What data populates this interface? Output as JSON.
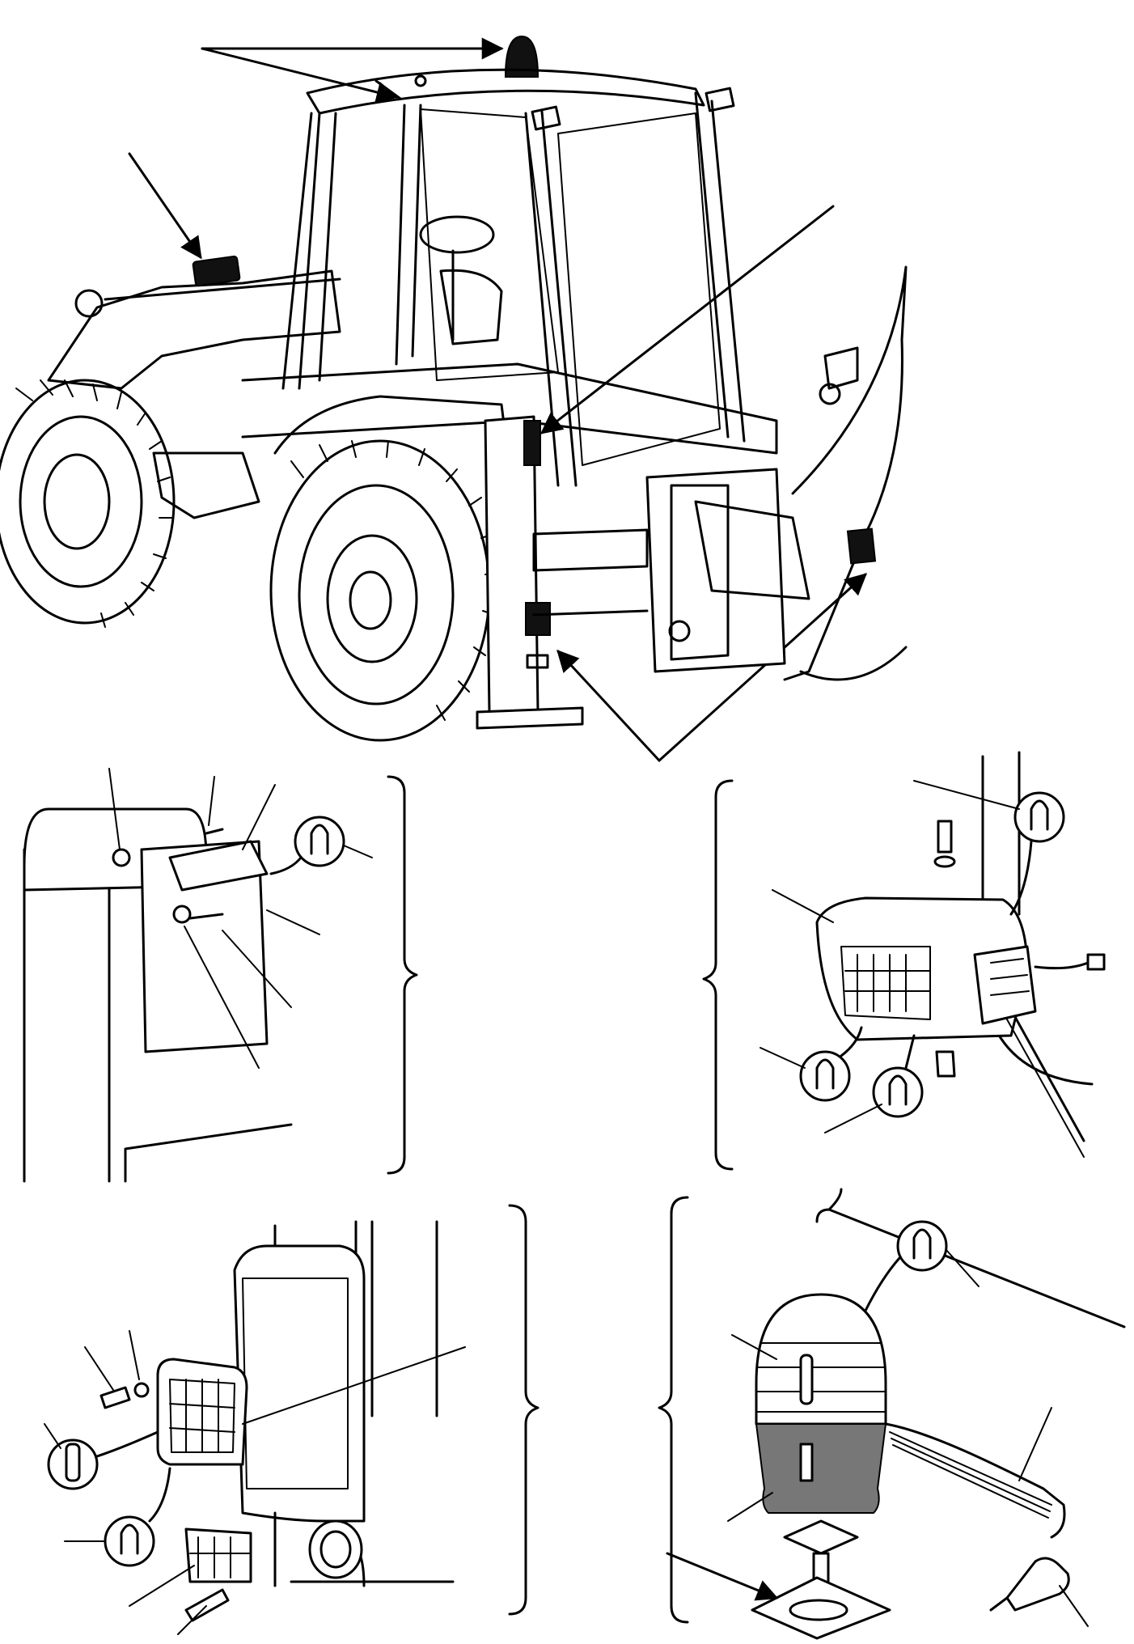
{
  "figure": {
    "type": "exploded lighting diagram",
    "views": [
      {
        "id": "machine-overview",
        "icon": "backhoe-loader-icon"
      },
      {
        "id": "rear-light-detail",
        "icon": "rear-light-icon"
      },
      {
        "id": "work-light-detail",
        "icon": "work-light-icon"
      },
      {
        "id": "side-light-detail",
        "icon": "side-light-icon"
      },
      {
        "id": "beacon-detail",
        "icon": "rotating-beacon-icon"
      }
    ],
    "bulb_callouts": 7,
    "colors": {
      "line": "#000000",
      "fill": "#ffffff",
      "shade": "#777777"
    }
  }
}
